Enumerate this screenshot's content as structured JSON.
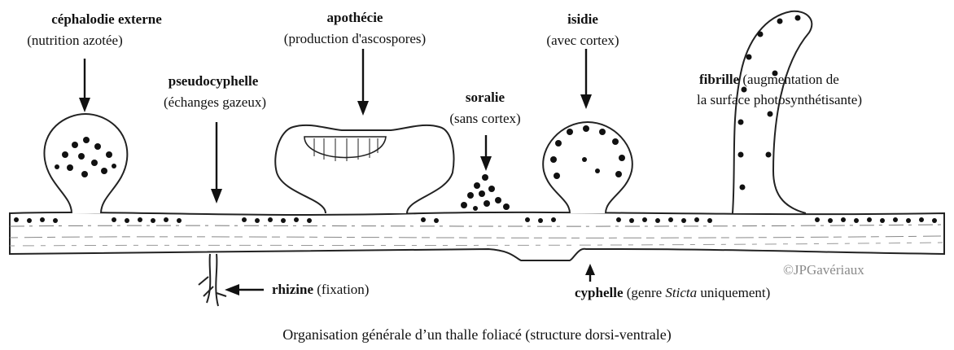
{
  "labels": {
    "cephalodie": {
      "title": "céphalodie externe",
      "subtitle": "(nutrition azotée)"
    },
    "pseudocyphelle": {
      "title": "pseudocyphelle",
      "subtitle": "(échanges gazeux)"
    },
    "apothecie": {
      "title": "apothécie",
      "subtitle": "(production d'ascospores)"
    },
    "soralie": {
      "title": "soralie",
      "subtitle": "(sans cortex)"
    },
    "isidie": {
      "title": "isidie",
      "subtitle": "(avec cortex)"
    },
    "fibrille": {
      "title": "fibrille",
      "desc_1": "(augmentation de",
      "desc_2": "la surface photosynthétisante)"
    },
    "rhizine": {
      "title": "rhizine",
      "desc": "(fixation)"
    },
    "cyphelle": {
      "title": "cyphelle",
      "desc_pre": "(genre ",
      "desc_genus": "Sticta",
      "desc_post": " uniquement)"
    }
  },
  "credit": "©JPGavériaux",
  "caption": "Organisation générale d’un thalle foliacé (structure dorsi-ventrale)",
  "colors": {
    "ink": "#111111",
    "credit": "#8a8a8a",
    "background": "#ffffff"
  }
}
